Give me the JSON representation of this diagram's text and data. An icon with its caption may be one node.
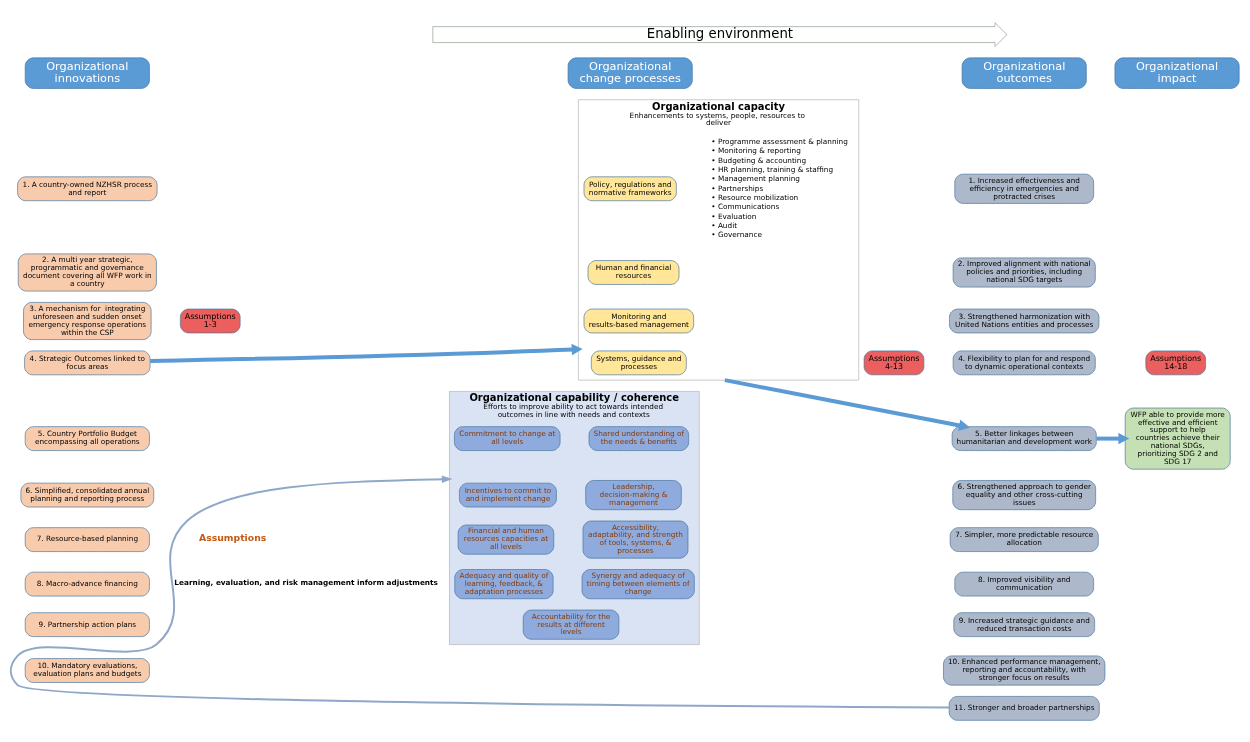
{
  "diagram": {
    "nodes": [
      {
        "text": [
          "Enabling environment"
        ]
      },
      {
        "text": [
          "Organizational innovations"
        ]
      },
      {
        "text": [
          "1. A country-owned NZHSR process and report"
        ]
      },
      {
        "text": [
          "2. A multi year strategic, programmatic and governance document covering all WFP work in a country"
        ]
      },
      {
        "text": [
          "3. A mechanism for  integrating unforeseen and sudden onset emergency response operations within the CSP"
        ]
      },
      {
        "text": [
          "4. Strategic Outcomes linked to focus areas"
        ]
      },
      {
        "text": [
          "5. Country Portfolio Budget encompassing all operations"
        ]
      },
      {
        "text": [
          "6. Simplified, consolidated annual planning and reporting process"
        ]
      },
      {
        "text": [
          "7. Resource-based planning"
        ]
      },
      {
        "text": [
          "8. Macro-advance financing"
        ]
      },
      {
        "text": [
          "9. Partnership action plans"
        ]
      },
      {
        "text": [
          "10. Mandatory evaluations, evaluation plans and budgets"
        ]
      },
      {
        "text": [
          "Assumptions 1-3"
        ]
      },
      {
        "text": [
          "Organizational change processes"
        ]
      },
      {
        "text": [
          "Organizational capacity",
          "Enhancements to systems, people, resources to deliver"
        ]
      },
      {
        "text": [
          "Policy, regulations and normative frameworks"
        ],
        "in": 14
      },
      {
        "text": [
          "Human and financial resources"
        ],
        "in": 14
      },
      {
        "text": [
          "Monitoring and results-based management"
        ],
        "in": 14
      },
      {
        "text": [
          "Systems, guidance and processes"
        ],
        "in": 14
      },
      {
        "text": [
          "Organizational capability / coherence",
          "Efforts to improve ability to act towards intended outcomes in line with needs and contexts"
        ]
      },
      {
        "text": [
          "Shared understanding of the needs & benefits"
        ],
        "in": 19
      },
      {
        "text": [
          "Commitment to change at all levels"
        ],
        "in": 19
      },
      {
        "text": [
          "Leadership, decision-making & management"
        ],
        "in": 19
      },
      {
        "text": [
          "Incentives to commit to and implement change"
        ],
        "in": 19
      },
      {
        "text": [
          "Accessibility, adaptability, and strength of tools, systems, & processes"
        ],
        "in": 19
      },
      {
        "text": [
          "Financial and human resources capacities at all levels"
        ],
        "in": 19
      },
      {
        "text": [
          "Synergy and adequacy of timing between elements of change"
        ],
        "in": 19
      },
      {
        "text": [
          "Adequacy and quality of learning, feedback, & adaptation processes"
        ],
        "in": 19
      },
      {
        "text": [
          "Accountability for the results at different levels"
        ],
        "in": 19
      },
      {
        "text": [
          "Assumptions 4-13"
        ]
      },
      {
        "text": [
          "Organizational outcomes"
        ]
      },
      {
        "text": [
          "1. Increased effectiveness and efficiency in emergencies and protracted crises"
        ]
      },
      {
        "text": [
          "2. Improved alignment with national policies and priorities, including national SDG targets"
        ]
      },
      {
        "text": [
          "3. Strengthened harmonization with United Nations entities and processes"
        ]
      },
      {
        "text": [
          "4. Flexibility to plan for and respond to dynamic operational contexts"
        ]
      },
      {
        "text": [
          "5. Better linkages between humanitarian and development work"
        ]
      },
      {
        "text": [
          "6. Strengthened approach to gender equality and other cross-cutting issues"
        ]
      },
      {
        "text": [
          "7. Simpler, more predictable resource allocation"
        ]
      },
      {
        "text": [
          "8. Improved visibility and communication"
        ]
      },
      {
        "text": [
          "9. Increased strategic guidance and reduced transaction costs"
        ]
      },
      {
        "text": [
          "10. Enhanced performance management, reporting and accountability, with stronger focus on results"
        ]
      },
      {
        "text": [
          "11. Stronger and broader partnerships"
        ]
      },
      {
        "text": [
          "Assumptions 14-18"
        ]
      },
      {
        "text": [
          "Organizational impact"
        ]
      },
      {
        "text": [
          "WFP able to provide more effective and efficient support to help countries achieve their national SDGs, prioritizing SDG 2 and SDG 17"
        ]
      }
    ],
    "edges": [
      {
        "from": 5,
        "to": 14,
        "arrow": "to"
      },
      {
        "from": 14,
        "to": 35,
        "arrow": "to"
      },
      {
        "from": 35,
        "to": 44,
        "arrow": "to"
      },
      {
        "from": 41,
        "to": 19,
        "arrow": "to",
        "label": "Learning, evaluation, and risk management inform adjustments",
        "color": "#8fa8c8"
      }
    ],
    "labels": [
      "• Programme assessment & planning",
      "• Monitoring & reporting",
      "• Budgeting & accounting",
      "• HR planning, training & staffing",
      "• Management planning",
      "• Partnerships",
      "• Resource mobilization",
      "• Communications",
      "• Evaluation",
      "• Audit",
      "• Governance",
      "Assumptions"
    ]
  }
}
